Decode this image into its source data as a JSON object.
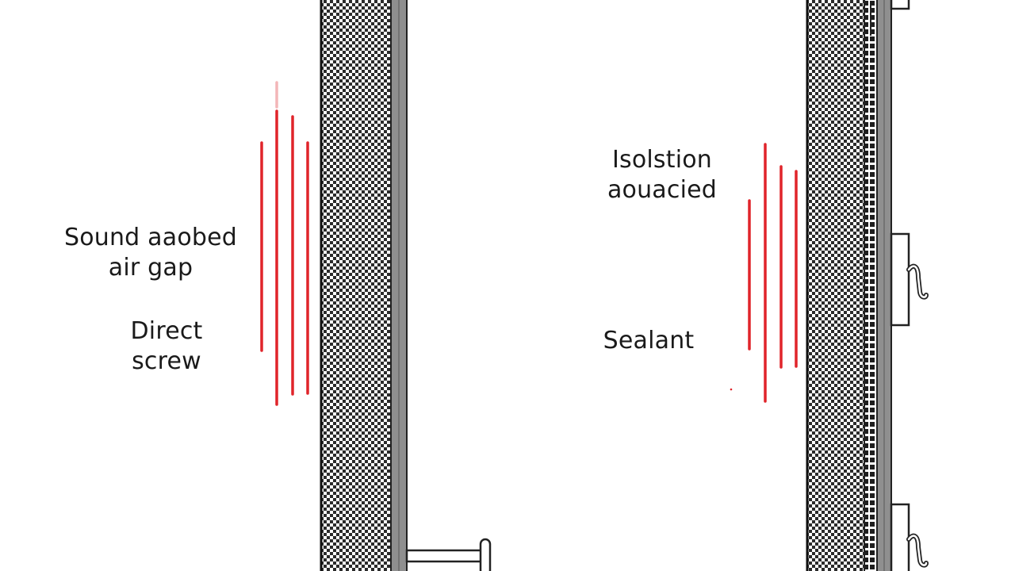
{
  "colors": {
    "background": "#ffffff",
    "ink": "#1a1a1a",
    "sound_wave": "#e0242a",
    "insulation_dark": "#2b2b2b",
    "insulation_light": "#ffffff",
    "stud_fill": "#8f8f8f",
    "stud_edge": "#222222"
  },
  "labels": {
    "left_top": [
      "Sound aaobed",
      "air gap"
    ],
    "left_bottom": [
      "Direct",
      "screw"
    ],
    "right_top": [
      "Isolstion",
      "aouacied"
    ],
    "right_bottom": [
      "Sealant"
    ]
  }
}
